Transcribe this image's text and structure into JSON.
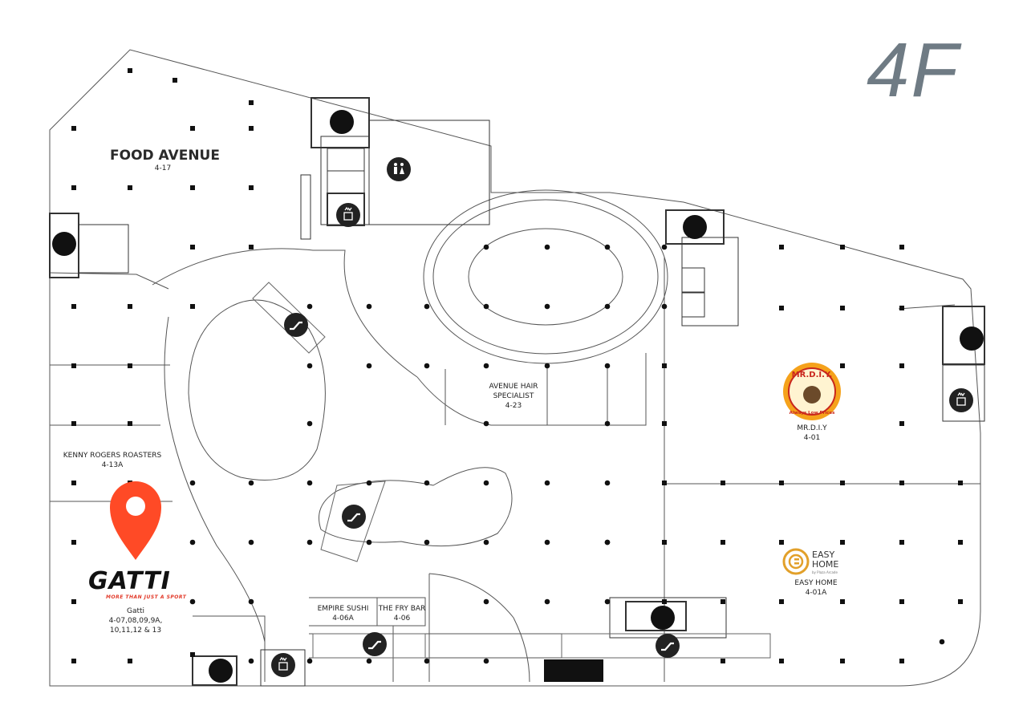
{
  "floor": {
    "label": "4F"
  },
  "stores": {
    "food_avenue": {
      "name": "FOOD AVENUE",
      "unit": "4-17"
    },
    "kenny_rogers": {
      "name": "KENNY ROGERS ROASTERS",
      "unit": "4-13A"
    },
    "gatti": {
      "logo": "GATTI",
      "tagline": "MORE THAN JUST A SPORT",
      "name": "Gatti",
      "unit_line1": "4-07,08,09,9A,",
      "unit_line2": "10,11,12 & 13"
    },
    "avenue_hair": {
      "name_line1": "AVENUE HAIR",
      "name_line2": "SPECIALIST",
      "unit": "4-23"
    },
    "empire_sushi": {
      "name": "EMPIRE SUSHI",
      "unit": "4-06A"
    },
    "fry_bar": {
      "name": "THE FRY BAR",
      "unit": "4-06"
    },
    "mr_diy": {
      "logo_top": "MR.D.I.Y.",
      "logo_bottom": "Always Low Prices",
      "name": "MR.D.I.Y",
      "unit": "4-01"
    },
    "easy_home": {
      "logo_line1": "EASY",
      "logo_line2": "HOME",
      "logo_tag": "by Plaza Arcade",
      "name": "EASY HOME",
      "unit": "4-01A"
    }
  },
  "icons": {
    "escalator": "escalator-icon",
    "lift": "lift-icon",
    "restroom": "restroom-icon",
    "location_pin": "location-pin-icon"
  },
  "colors": {
    "pin": "#ff4a26",
    "wall": "#555555",
    "background": "#ffffff",
    "floor_label": "#6f7b84",
    "icon_fill": "#222222",
    "diy_orange": "#f5a21b",
    "diy_red": "#c9271d",
    "easy_home_gold": "#e2a02a"
  }
}
